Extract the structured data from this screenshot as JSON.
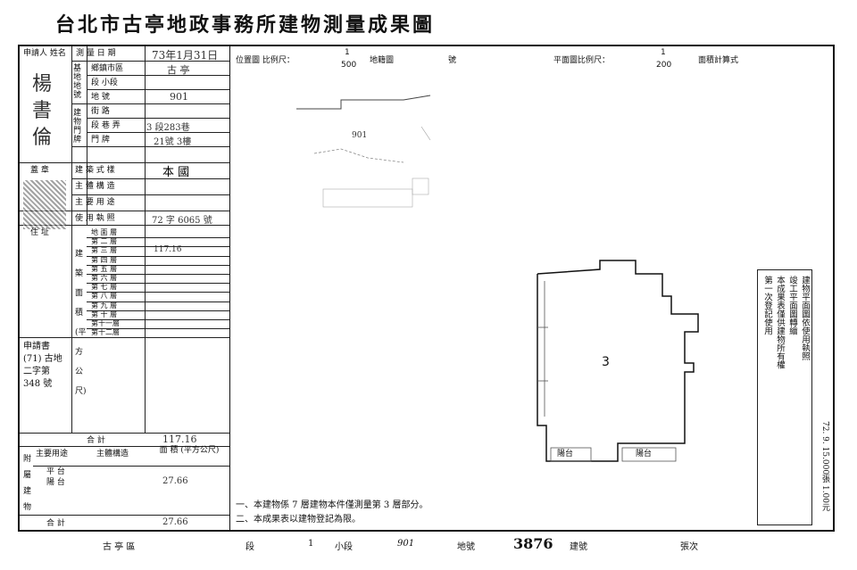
{
  "title": "台北市古亭地政事務所建物測量成果圖",
  "left_panel": {
    "applicant_label": "申請人 姓名",
    "applicant_name": "楊 書 倫",
    "seal_label": "蓋 章",
    "date_label": "測 量 日 期",
    "date_value": "73年1月31日",
    "location_label": "基地地號",
    "township_label": "鄉鎮市區",
    "township_value": "古 亭",
    "section_label": "段 小段",
    "section_value": "",
    "parcel_label": "地 號",
    "parcel_value": "901",
    "door_label": "建物門牌",
    "street_label": "街 路",
    "street_value": "",
    "lane_label": "段 巷 弄",
    "lane_value": "3 段283巷",
    "number_label": "門 牌",
    "number_value": "21號 3樓",
    "style_label": "建 築 式 樣",
    "style_value": "本 國",
    "structure_label": "主 體 構 造",
    "structure_value": "",
    "use_label": "主 要 用 途",
    "use_value": "",
    "permit_label": "使 用 執 照",
    "permit_value": "72 字 6065 號",
    "address_label": "住 址",
    "address_value": "",
    "area_label": "建築面積(平方公尺)",
    "floors": [
      "地 面 層",
      "第 二 層",
      "第 三 層",
      "第 四 層",
      "第 五 層",
      "第 六 層",
      "第 七 層",
      "第 八 層",
      "第 九 層",
      "第 十 層",
      "第十一層",
      "第十二層"
    ],
    "floor_values": [
      "",
      "",
      "117.16",
      "",
      "",
      "",
      "",
      "",
      "",
      "",
      "",
      ""
    ],
    "applicant_note": "申請書(71) 古地二字第 348 號",
    "total_label": "合 計",
    "total_value": "117.16",
    "annex_label": "附屬建物",
    "annex_use_label": "主要用途",
    "annex_struct_label": "主體構造",
    "annex_area_label": "面 積 (平方公尺)",
    "annex_rows": [
      "平 台",
      "陽 台"
    ],
    "annex_values": [
      "",
      "27.66"
    ],
    "annex_total_label": "合 計",
    "annex_total_value": "27.66"
  },
  "header_right": {
    "location_map_label": "位置圖 比例尺：",
    "location_scale_num": "1",
    "location_scale_den": "500",
    "map_sheet_label": "地籍圖",
    "map_sheet_suffix": "號",
    "plan_scale_label": "平面圖比例尺：",
    "plan_scale_num": "1",
    "plan_scale_den": "200",
    "area_calc_label": "面積計算式"
  },
  "plan": {
    "unit_label": "3",
    "parcel_number": "901",
    "balcony_labels": [
      "陽台",
      "陽台"
    ]
  },
  "notes": {
    "note1": "一、本建物係 7 層建物本件僅測量第 3 層部分。",
    "note2": "二、本成果表以建物登記為限。"
  },
  "side_notice": [
    "建物平面圖依使用執照",
    "竣工平面圖轉繪",
    "本成果表僅供建物所有權",
    "第一次登記使用"
  ],
  "side_stamp": "72. 9. 15.000張 1.00元",
  "footer": {
    "district": "古 亭 區",
    "section_label": "段",
    "section": "1",
    "subsection_label": "小段",
    "parcel": "901",
    "parcel_label": "地號",
    "building_no": "3876",
    "building_label": "建號",
    "sheet_label": "張次"
  }
}
